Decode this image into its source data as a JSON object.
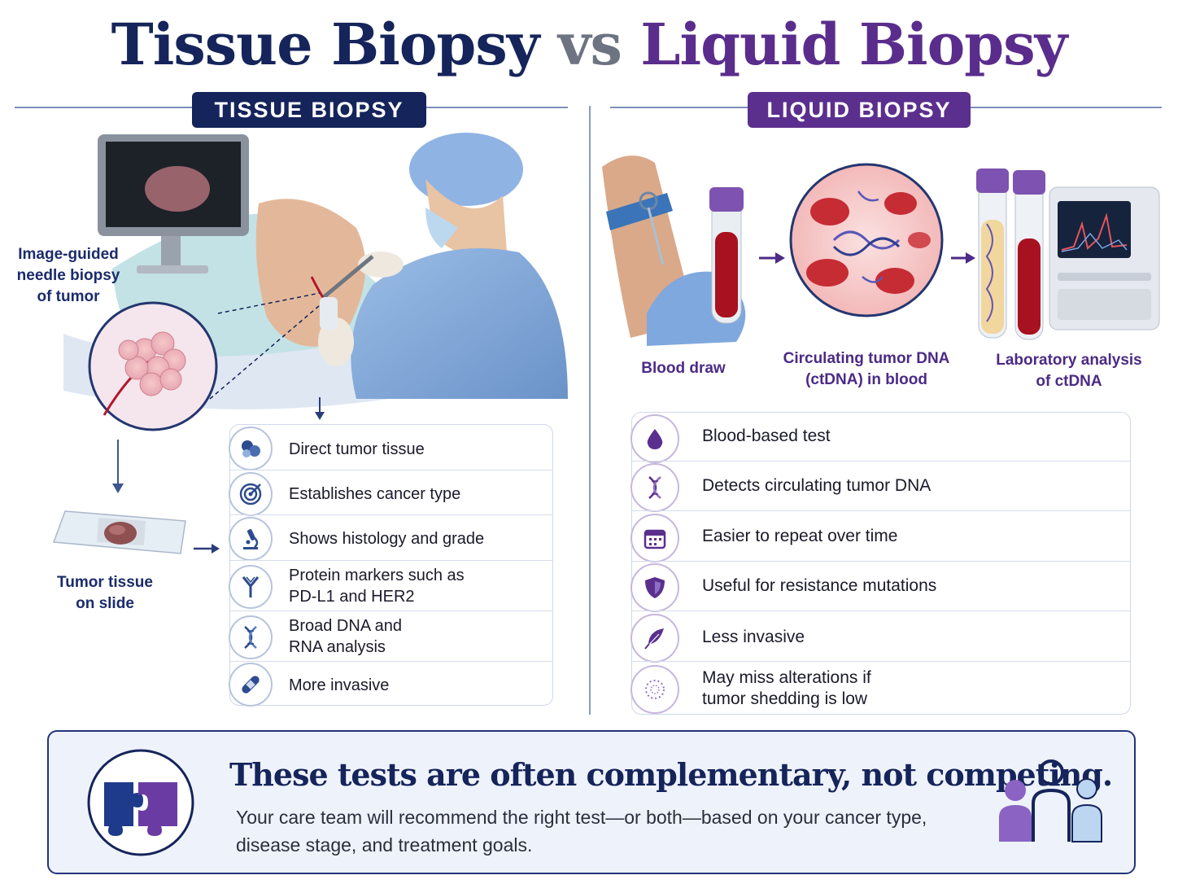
{
  "title": {
    "part1": "Tissue Biopsy",
    "part2": "vs",
    "part3": "Liquid Biopsy"
  },
  "tissue": {
    "header": "TISSUE BIOPSY",
    "caption_needle": [
      "Image-guided",
      "needle biopsy",
      "of tumor"
    ],
    "caption_slide": [
      "Tumor tissue",
      "on slide"
    ],
    "features": [
      {
        "icon": "cells-icon",
        "lines": [
          "Direct tumor tissue"
        ]
      },
      {
        "icon": "target-icon",
        "lines": [
          "Establishes cancer type"
        ]
      },
      {
        "icon": "microscope-icon",
        "lines": [
          "Shows histology and grade"
        ]
      },
      {
        "icon": "antibody-icon",
        "lines": [
          "Protein markers such as",
          "PD-L1 and HER2"
        ]
      },
      {
        "icon": "dna-icon",
        "lines": [
          "Broad DNA and",
          "RNA analysis"
        ]
      },
      {
        "icon": "bandage-icon",
        "lines": [
          "More invasive"
        ]
      }
    ]
  },
  "liquid": {
    "header": "LIQUID BIOPSY",
    "caption_draw": [
      "Blood draw"
    ],
    "caption_ctdna": [
      "Circulating tumor DNA",
      "(ctDNA) in blood"
    ],
    "caption_lab": [
      "Laboratory analysis",
      "of ctDNA"
    ],
    "features": [
      {
        "icon": "blood-drop-icon",
        "lines": [
          "Blood-based test"
        ]
      },
      {
        "icon": "dna-icon",
        "lines": [
          "Detects circulating tumor DNA"
        ]
      },
      {
        "icon": "calendar-icon",
        "lines": [
          "Easier to repeat over time"
        ]
      },
      {
        "icon": "shield-icon",
        "lines": [
          "Useful for resistance mutations"
        ]
      },
      {
        "icon": "feather-icon",
        "lines": [
          "Less invasive"
        ]
      },
      {
        "icon": "dotted-circle-icon",
        "lines": [
          "May miss alterations if",
          "tumor shedding is low"
        ]
      }
    ]
  },
  "banner": {
    "headline": "These tests are often complementary, not competing.",
    "body": "Your care team will recommend the right test—or both—based on your cancer type, disease stage, and treatment goals."
  },
  "colors": {
    "navy": "#15245a",
    "purple": "#5b2f8e",
    "blood": "#b3162a",
    "light_blue": "#8fb8e4"
  }
}
